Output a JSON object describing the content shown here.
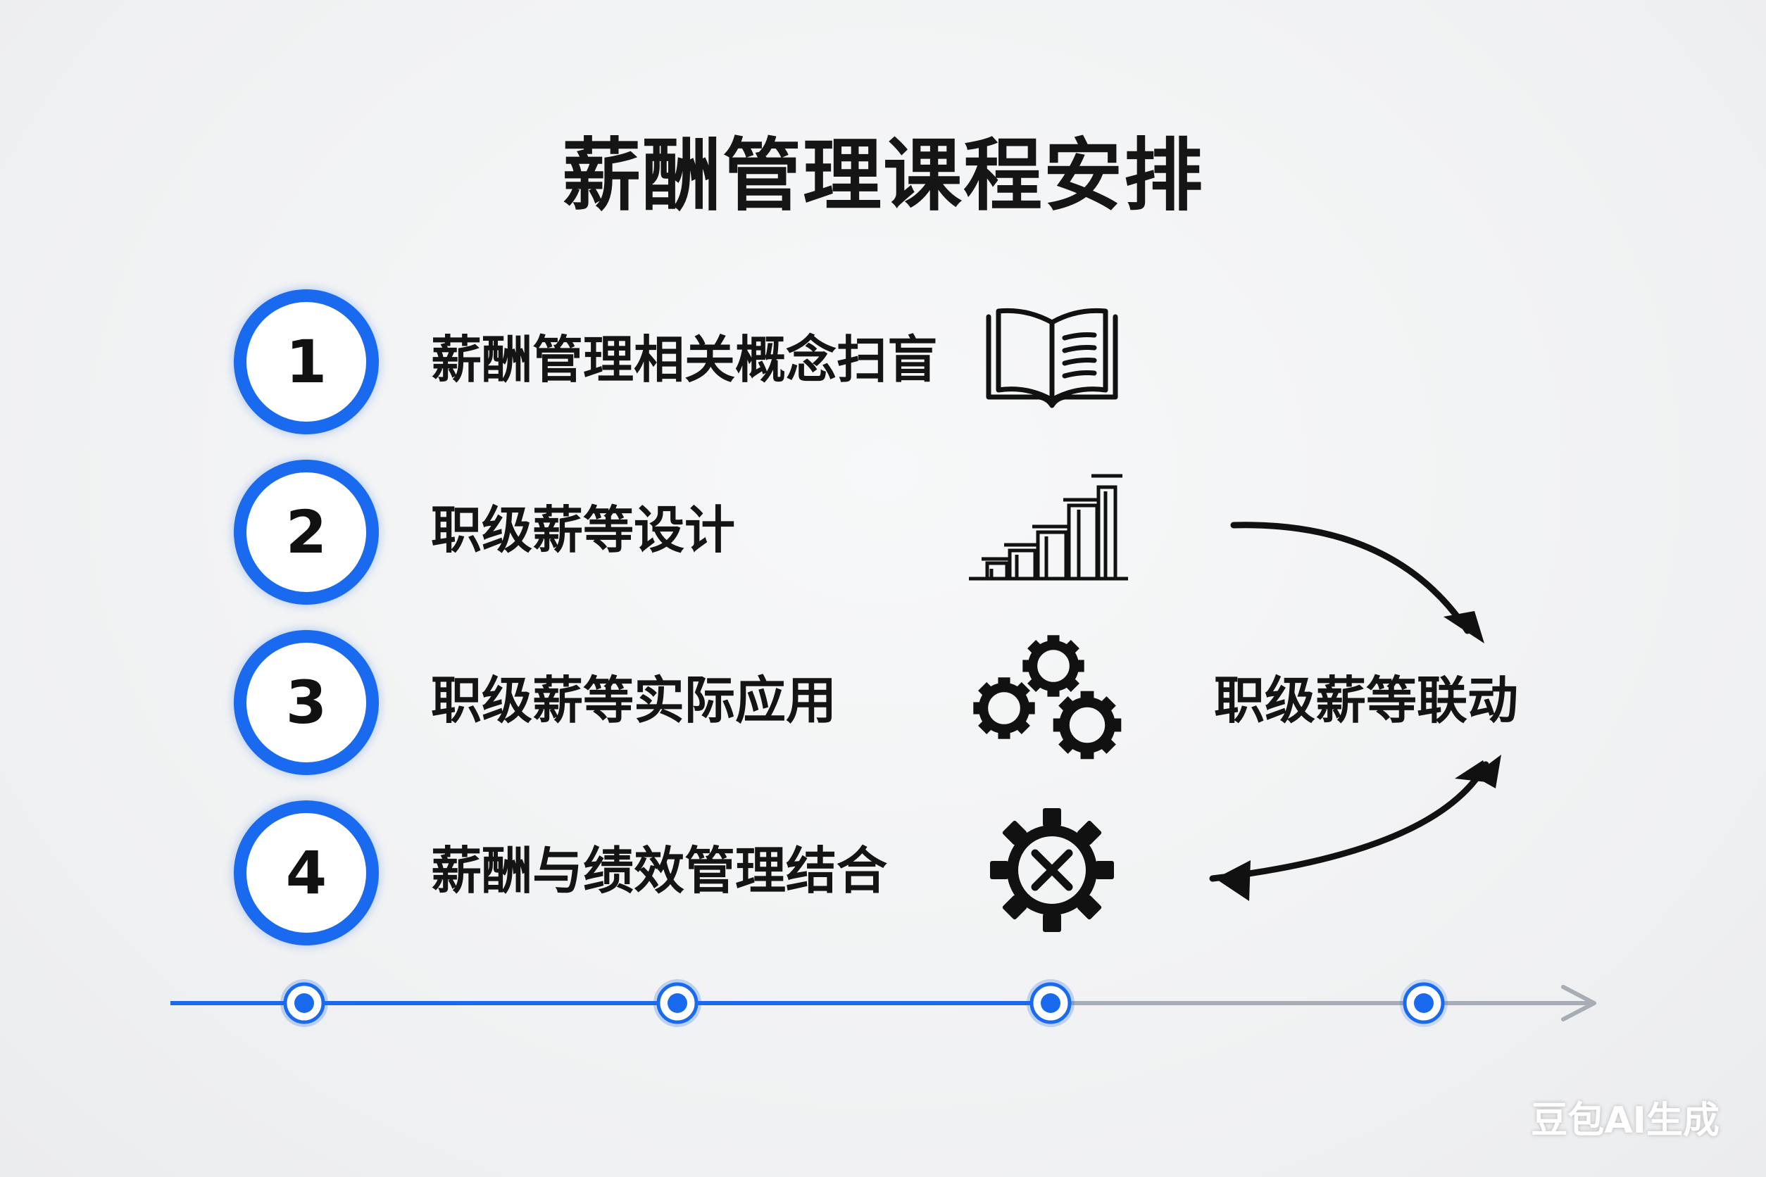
{
  "title": "薪酬管理课程安排",
  "items": [
    {
      "number": "1",
      "label": "薪酬管理相关概念扫盲",
      "icon": "open-book-icon"
    },
    {
      "number": "2",
      "label": "职级薪等设计",
      "icon": "ascending-steps-chart-icon"
    },
    {
      "number": "3",
      "label": "职级薪等实际应用",
      "icon": "gears-icon"
    },
    {
      "number": "4",
      "label": "薪酬与绩效管理结合",
      "icon": "gear-cross-icon"
    }
  ],
  "linkage": {
    "label": "职级薪等联动",
    "icon": "cycle-arrows-icon"
  },
  "timeline": {
    "completed_steps": 3,
    "total_steps": 4
  },
  "watermark": "豆包AI生成",
  "colors": {
    "accent": "#1a6af0",
    "muted_line": "#a7adb5",
    "text": "#111111",
    "background": "#f1f2f3"
  }
}
